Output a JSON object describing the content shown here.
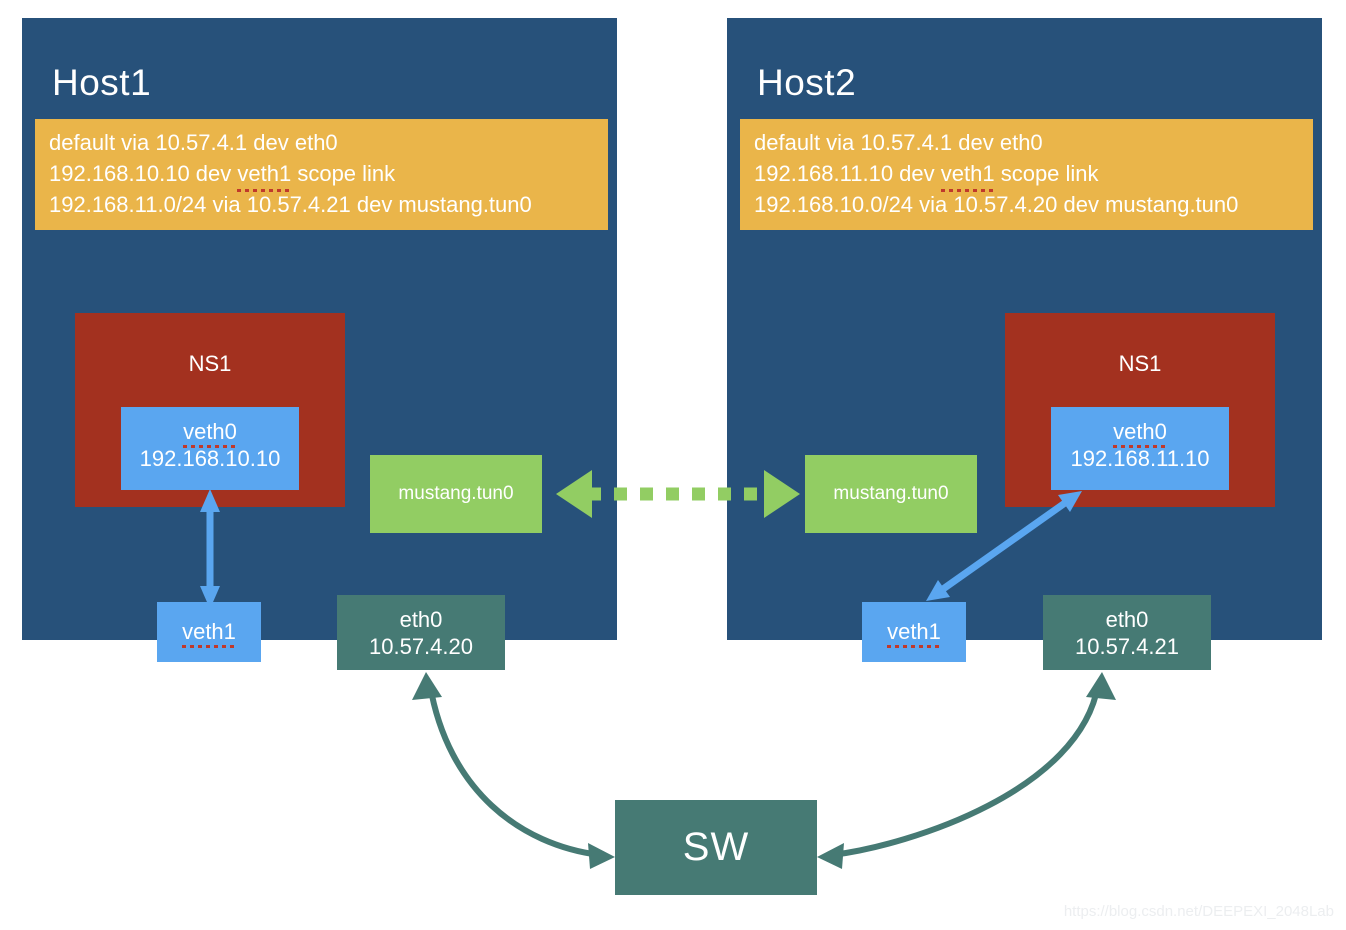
{
  "diagram": {
    "title": "Linux network namespace tunnel topology",
    "colors": {
      "host_panel": "#27517a",
      "route_box": "#eab54a",
      "namespace": "#a3311f",
      "veth": "#5aa6f0",
      "tunnel": "#92cd63",
      "ethernet": "#467a74",
      "text": "#ffffff"
    }
  },
  "hosts": [
    {
      "title": "Host1",
      "routes": [
        {
          "parts": [
            {
              "text": "default via 10.57.4.1 dev eth0",
              "spell_error": false
            }
          ]
        },
        {
          "parts": [
            {
              "text": "192.168.10.10 dev ",
              "spell_error": false
            },
            {
              "text": "veth1",
              "spell_error": true
            },
            {
              "text": " scope link",
              "spell_error": false
            }
          ]
        },
        {
          "parts": [
            {
              "text": "192.168.11.0/24 via 10.57.4.21 dev mustang.tun0",
              "spell_error": false
            }
          ]
        }
      ],
      "namespace": {
        "label": "NS1"
      },
      "veth0": {
        "name": "veth0",
        "address": "192.168.10.10"
      },
      "veth1": {
        "name": "veth1"
      },
      "tunnel": {
        "name": "mustang.tun0"
      },
      "eth0": {
        "name": "eth0",
        "address": "10.57.4.20"
      }
    },
    {
      "title": "Host2",
      "routes": [
        {
          "parts": [
            {
              "text": "default via 10.57.4.1 dev eth0",
              "spell_error": false
            }
          ]
        },
        {
          "parts": [
            {
              "text": "192.168.11.10 dev ",
              "spell_error": false
            },
            {
              "text": "veth1",
              "spell_error": true
            },
            {
              "text": " scope link",
              "spell_error": false
            }
          ]
        },
        {
          "parts": [
            {
              "text": "192.168.10.0/24 via 10.57.4.20 dev mustang.tun0",
              "spell_error": false
            }
          ]
        }
      ],
      "namespace": {
        "label": "NS1"
      },
      "veth0": {
        "name": "veth0",
        "address": "192.168.11.10"
      },
      "veth1": {
        "name": "veth1"
      },
      "tunnel": {
        "name": "mustang.tun0"
      },
      "eth0": {
        "name": "eth0",
        "address": "10.57.4.21"
      }
    }
  ],
  "switch": {
    "label": "SW"
  },
  "watermark": {
    "text": "https://blog.csdn.net/DEEPEXI_2048Lab"
  },
  "connections": [
    {
      "name": "host1-veth0-veth1-link",
      "from": "Host1 veth0",
      "to": "Host1 veth1",
      "style": "solid-double-arrow",
      "color": "#5aa6f0"
    },
    {
      "name": "host2-veth0-veth1-link",
      "from": "Host2 veth1",
      "to": "Host2 veth0",
      "style": "solid-double-arrow-diagonal",
      "color": "#5aa6f0"
    },
    {
      "name": "tunnel-link",
      "from": "Host1 mustang.tun0",
      "to": "Host2 mustang.tun0",
      "style": "dotted-double-arrow",
      "color": "#92cd63"
    },
    {
      "name": "host1-eth0-switch-link",
      "from": "Host1 eth0",
      "to": "SW",
      "style": "curved-double-arrow",
      "color": "#467a74"
    },
    {
      "name": "host2-eth0-switch-link",
      "from": "Host2 eth0",
      "to": "SW",
      "style": "curved-double-arrow",
      "color": "#467a74"
    }
  ]
}
